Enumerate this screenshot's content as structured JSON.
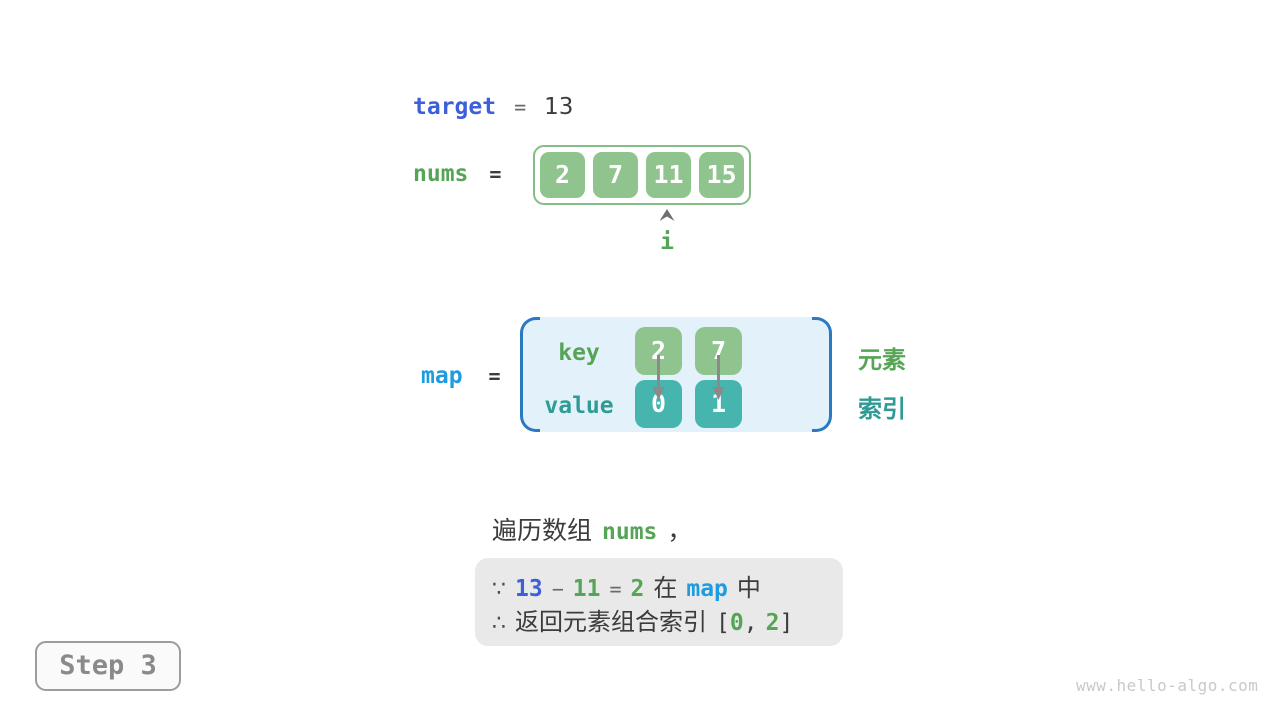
{
  "colors": {
    "royal_blue": "#3D5FD9",
    "bright_blue": "#1E9CE0",
    "bracket_blue": "#2B79C0",
    "map_background": "#E3F1FA",
    "green_cell": "#8FC48F",
    "green_text": "#56A456",
    "teal_cell": "#45B5AE",
    "teal_text": "#2E9B94",
    "dark_text": "#3C3C3C",
    "gray_text": "#6A6A6A",
    "conclusion_box_gray": "#E9E9E9",
    "watermark_gray": "#C9C9C9"
  },
  "target_row": {
    "name": "target",
    "equals": "=",
    "value": "13"
  },
  "nums_row": {
    "name": "nums",
    "equals": "=",
    "cells": [
      "2",
      "7",
      "11",
      "15"
    ],
    "pointer_label": "i"
  },
  "map_row": {
    "name": "map",
    "equals": "=",
    "key_label": "key",
    "value_label": "value",
    "keys": [
      "2",
      "7"
    ],
    "values": [
      "0",
      "1"
    ],
    "element_label": "元素",
    "index_label": "索引"
  },
  "caption": {
    "prefix": "遍历数组",
    "code": "nums",
    "comma": "，"
  },
  "conclusion": {
    "because": "∵",
    "minuend": "13",
    "minus": "−",
    "subtrahend": "11",
    "equals": "=",
    "difference": "2",
    "in_prefix": "在",
    "map_name": "map",
    "in_suffix": "中",
    "therefore": "∴",
    "return_text": "返回元素组合索引",
    "open_bracket": "[",
    "index_a": "0",
    "comma": ",",
    "index_b": "2",
    "close_bracket": "]"
  },
  "step_badge": {
    "label": "Step 3"
  },
  "watermark": {
    "text": "www.hello-algo.com"
  }
}
